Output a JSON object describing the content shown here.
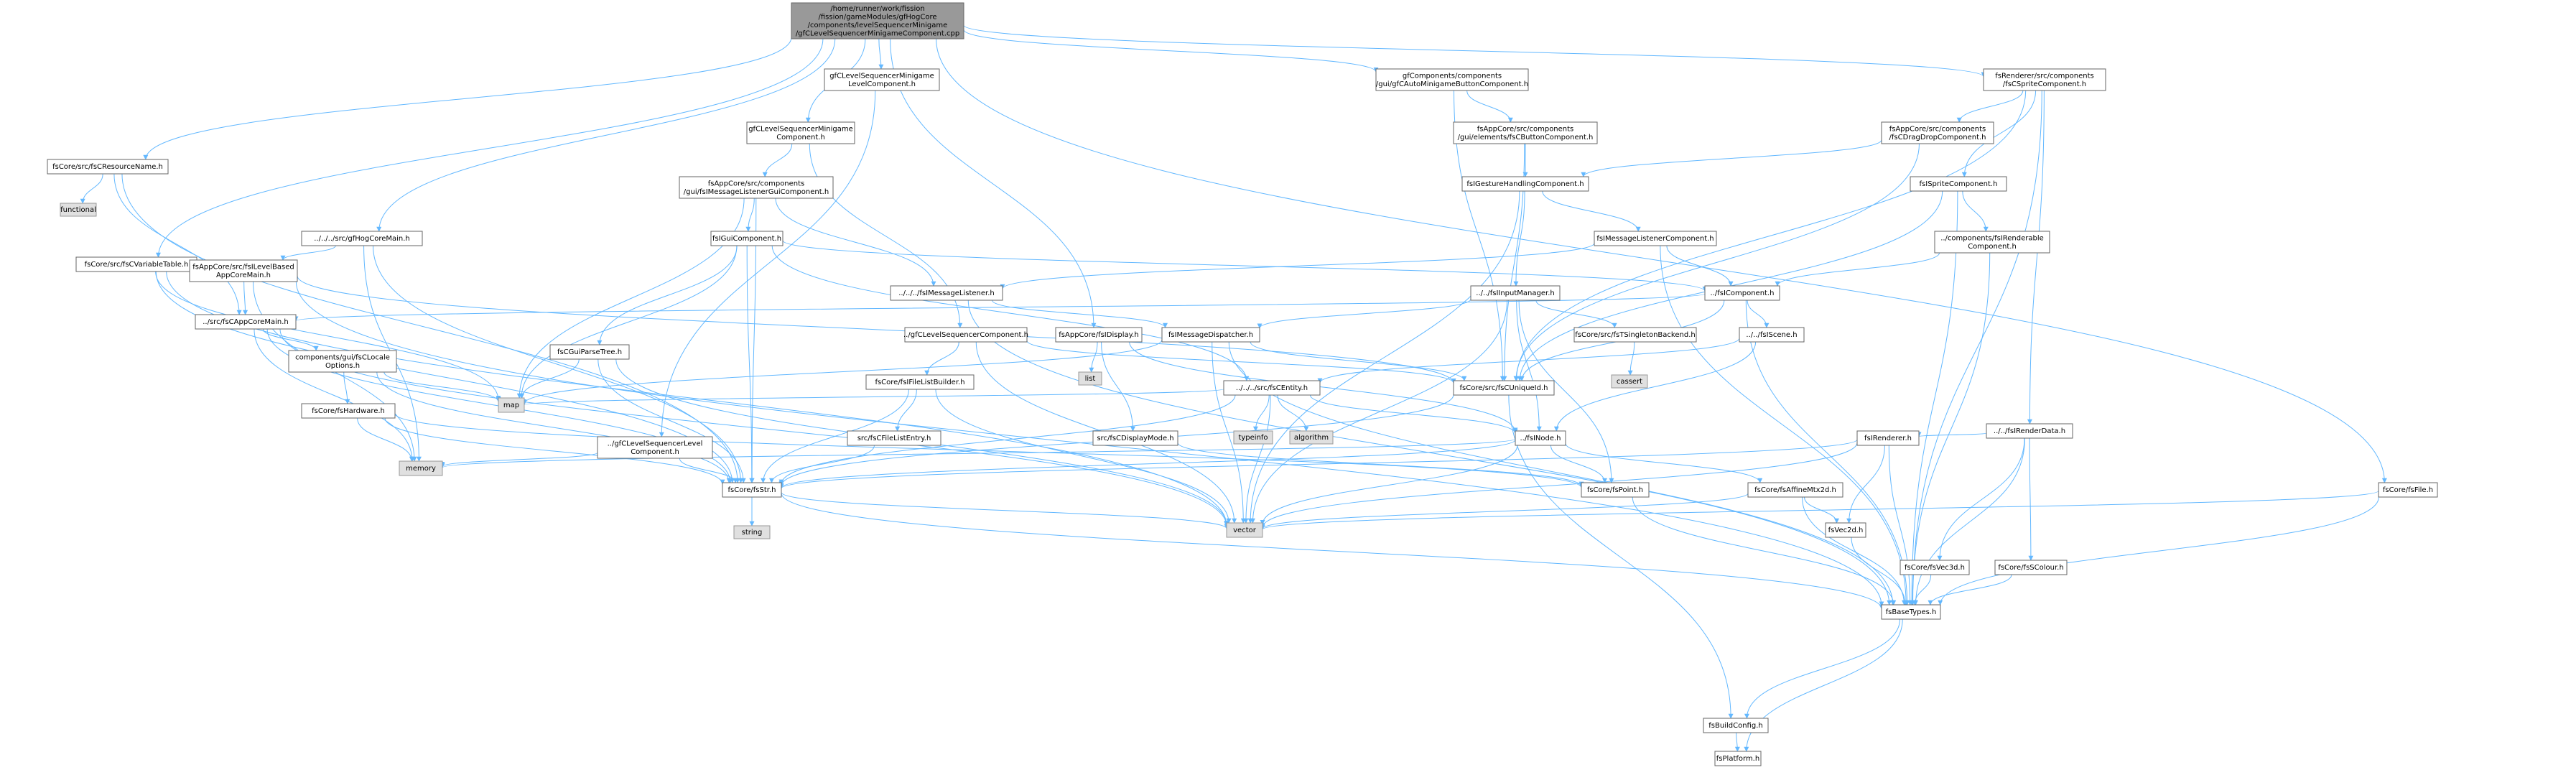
{
  "diagram": {
    "type": "include-dependency-graph",
    "colors": {
      "edge": "#63b8ff",
      "node_border": "#666666",
      "root_fill": "#999999",
      "external_fill": "#e0e0e0"
    },
    "nodes": [
      {
        "id": "root",
        "kind": "root",
        "lines": [
          "/home/runner/work/fission",
          "/fission/gameModules/gfHogCore",
          "/components/levelSequencerMinigame",
          "/gfCLevelSequencerMinigameComponent.cpp"
        ]
      },
      {
        "id": "fsResourceName",
        "kind": "normal",
        "lines": [
          "fsCore/src/fsCResourceName.h"
        ]
      },
      {
        "id": "functional",
        "kind": "ext",
        "lines": [
          "functional"
        ]
      },
      {
        "id": "fsCVariableTable",
        "kind": "normal",
        "lines": [
          "fsCore/src/fsCVariableTable.h"
        ]
      },
      {
        "id": "gfHogCoreMain",
        "kind": "normal",
        "lines": [
          "../../../src/gfHogCoreMain.h"
        ]
      },
      {
        "id": "fsILevelBased",
        "kind": "normal",
        "lines": [
          "fsAppCore/src/fsILevelBased",
          "AppCoreMain.h"
        ]
      },
      {
        "id": "fsCAppCoreMain",
        "kind": "normal",
        "lines": [
          "../src/fsCAppCoreMain.h"
        ]
      },
      {
        "id": "fsCLocale",
        "kind": "normal",
        "lines": [
          "components/gui/fsCLocale",
          "Options.h"
        ]
      },
      {
        "id": "fsHardware",
        "kind": "normal",
        "lines": [
          "fsCore/fsHardware.h"
        ]
      },
      {
        "id": "memory",
        "kind": "ext",
        "lines": [
          "memory"
        ]
      },
      {
        "id": "gfCLSMLevelComponent",
        "kind": "normal",
        "lines": [
          "gfCLevelSequencerMinigame",
          "LevelComponent.h"
        ]
      },
      {
        "id": "gfCLSMComponent",
        "kind": "normal",
        "lines": [
          "gfCLevelSequencerMinigame",
          "Component.h"
        ]
      },
      {
        "id": "fsIMsgListenerGui",
        "kind": "normal",
        "lines": [
          "fsAppCore/src/components",
          "/gui/fsIMessageListenerGuiComponent.h"
        ]
      },
      {
        "id": "fsIGuiComponent",
        "kind": "normal",
        "lines": [
          "fsIGuiComponent.h"
        ]
      },
      {
        "id": "fsCGuiParseTree",
        "kind": "normal",
        "lines": [
          "fsCGuiParseTree.h"
        ]
      },
      {
        "id": "map",
        "kind": "ext",
        "lines": [
          "map"
        ]
      },
      {
        "id": "gfCLSLevelComponent",
        "kind": "normal",
        "lines": [
          "../gfCLevelSequencerLevel",
          "Component.h"
        ]
      },
      {
        "id": "fsStr",
        "kind": "normal",
        "lines": [
          "fsCore/fsStr.h"
        ]
      },
      {
        "id": "string",
        "kind": "ext",
        "lines": [
          "string"
        ]
      },
      {
        "id": "vector",
        "kind": "ext",
        "lines": [
          "vector"
        ]
      },
      {
        "id": "fsIMessageListener",
        "kind": "normal",
        "lines": [
          "../../../fsIMessageListener.h"
        ]
      },
      {
        "id": "gfCLSComponent",
        "kind": "normal",
        "lines": [
          "../gfCLevelSequencerComponent.h"
        ]
      },
      {
        "id": "fsIFileListBuilder",
        "kind": "normal",
        "lines": [
          "fsCore/fsIFileListBuilder.h"
        ]
      },
      {
        "id": "fsCFileListEntry",
        "kind": "normal",
        "lines": [
          "src/fsCFileListEntry.h"
        ]
      },
      {
        "id": "fsIDisplay",
        "kind": "normal",
        "lines": [
          "fsAppCore/fsIDisplay.h"
        ]
      },
      {
        "id": "list",
        "kind": "ext",
        "lines": [
          "list"
        ]
      },
      {
        "id": "fsCDisplayMode",
        "kind": "normal",
        "lines": [
          "src/fsCDisplayMode.h"
        ]
      },
      {
        "id": "fsIMessageDispatcher",
        "kind": "normal",
        "lines": [
          "fsIMessageDispatcher.h"
        ]
      },
      {
        "id": "fsCEntity",
        "kind": "normal",
        "lines": [
          "../../../src/fsCEntity.h"
        ]
      },
      {
        "id": "typeinfo",
        "kind": "ext",
        "lines": [
          "typeinfo"
        ]
      },
      {
        "id": "algorithm",
        "kind": "ext",
        "lines": [
          "algorithm"
        ]
      },
      {
        "id": "gfCAutoMinigameButton",
        "kind": "normal",
        "lines": [
          "gfComponents/components",
          "/gui/gfCAutoMinigameButtonComponent.h"
        ]
      },
      {
        "id": "fsCButtonComponent",
        "kind": "normal",
        "lines": [
          "fsAppCore/src/components",
          "/gui/elements/fsCButtonComponent.h"
        ]
      },
      {
        "id": "fsIGestureHandling",
        "kind": "normal",
        "lines": [
          "fsIGestureHandlingComponent.h"
        ]
      },
      {
        "id": "fsIInputManager",
        "kind": "normal",
        "lines": [
          "../../fsIInputManager.h"
        ]
      },
      {
        "id": "fsIMessageListenerComponent",
        "kind": "normal",
        "lines": [
          "fsIMessageListenerComponent.h"
        ]
      },
      {
        "id": "fsIComponent",
        "kind": "normal",
        "lines": [
          "../fsIComponent.h"
        ]
      },
      {
        "id": "fsIScene",
        "kind": "normal",
        "lines": [
          "../../fsIScene.h"
        ]
      },
      {
        "id": "fsCTSingleton",
        "kind": "normal",
        "lines": [
          "fsCore/src/fsTSingletonBackend.h"
        ]
      },
      {
        "id": "cassert",
        "kind": "ext",
        "lines": [
          "cassert"
        ]
      },
      {
        "id": "fsCUniqueId",
        "kind": "normal",
        "lines": [
          "fsCore/src/fsCUniqueId.h"
        ]
      },
      {
        "id": "fsINode",
        "kind": "normal",
        "lines": [
          "../fsINode.h"
        ]
      },
      {
        "id": "fsPoint",
        "kind": "normal",
        "lines": [
          "fsCore/fsPoint.h"
        ]
      },
      {
        "id": "fsAffineMtx2d",
        "kind": "normal",
        "lines": [
          "fsCore/fsAffineMtx2d.h"
        ]
      },
      {
        "id": "fsVec2d",
        "kind": "normal",
        "lines": [
          "fsVec2d.h"
        ]
      },
      {
        "id": "fsBaseTypes",
        "kind": "normal",
        "lines": [
          "fsBaseTypes.h"
        ]
      },
      {
        "id": "fsBuildConfig",
        "kind": "normal",
        "lines": [
          "fsBuildConfig.h"
        ]
      },
      {
        "id": "fsPlatform",
        "kind": "normal",
        "lines": [
          "fsPlatform.h"
        ]
      },
      {
        "id": "fsCSpriteComponent",
        "kind": "normal",
        "lines": [
          "fsRenderer/src/components",
          "/fsCSpriteComponent.h"
        ]
      },
      {
        "id": "fsCDragDrop",
        "kind": "normal",
        "lines": [
          "fsAppCore/src/components",
          "/fsCDragDropComponent.h"
        ]
      },
      {
        "id": "fsISpriteComponent",
        "kind": "normal",
        "lines": [
          "fsISpriteComponent.h"
        ]
      },
      {
        "id": "fsIRenderable",
        "kind": "normal",
        "lines": [
          "../components/fsIRenderable",
          "Component.h"
        ]
      },
      {
        "id": "fsIRenderData",
        "kind": "normal",
        "lines": [
          "../../fsIRenderData.h"
        ]
      },
      {
        "id": "fsIRenderer",
        "kind": "normal",
        "lines": [
          "fsIRenderer.h"
        ]
      },
      {
        "id": "fsVec3d",
        "kind": "normal",
        "lines": [
          "fsCore/fsVec3d.h"
        ]
      },
      {
        "id": "fsSColour",
        "kind": "normal",
        "lines": [
          "fsCore/fsSColour.h"
        ]
      },
      {
        "id": "fsFile",
        "kind": "normal",
        "lines": [
          "fsCore/fsFile.h"
        ]
      }
    ]
  }
}
